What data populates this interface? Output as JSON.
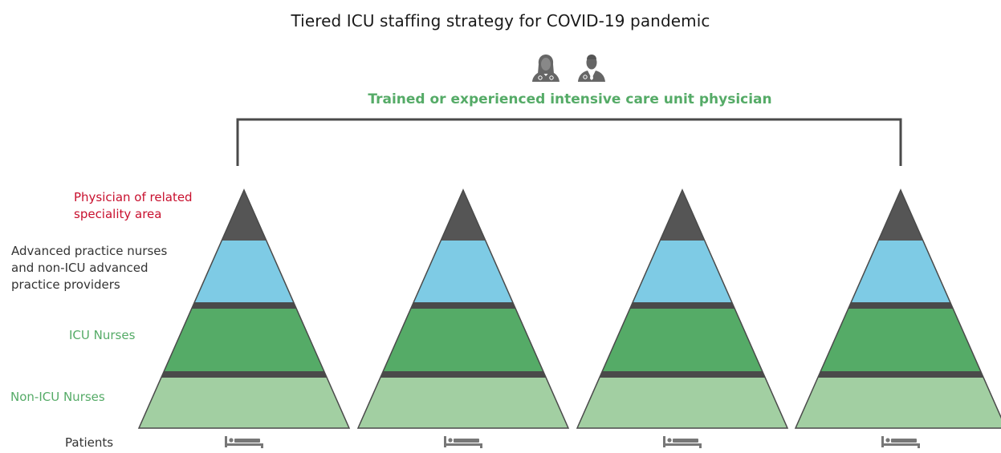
{
  "title": "Tiered ICU staffing strategy for COVID-19 pandemic",
  "top_role": "Trained or experienced intensive care unit physician",
  "tiers": [
    {
      "label": "Physician of related speciality area",
      "color": "#555555",
      "text_color": "#c8102e"
    },
    {
      "label": "Advanced practice nurses and non-ICU advanced practice providers",
      "color": "#7ecbe5",
      "text_color": "#333333"
    },
    {
      "label": "ICU Nurses",
      "color": "#55ab67",
      "text_color": "#55ab67"
    },
    {
      "label": "Non-ICU Nurses",
      "color": "#a2cfa2",
      "text_color": "#55ab67"
    }
  ],
  "bottom_label": "Patients",
  "pyramid_count": 4,
  "separator_color": "#4a4a4a",
  "bracket_color": "#4a4a4a",
  "icons": [
    "doctor-female-icon",
    "doctor-male-icon",
    "bed-icon"
  ]
}
